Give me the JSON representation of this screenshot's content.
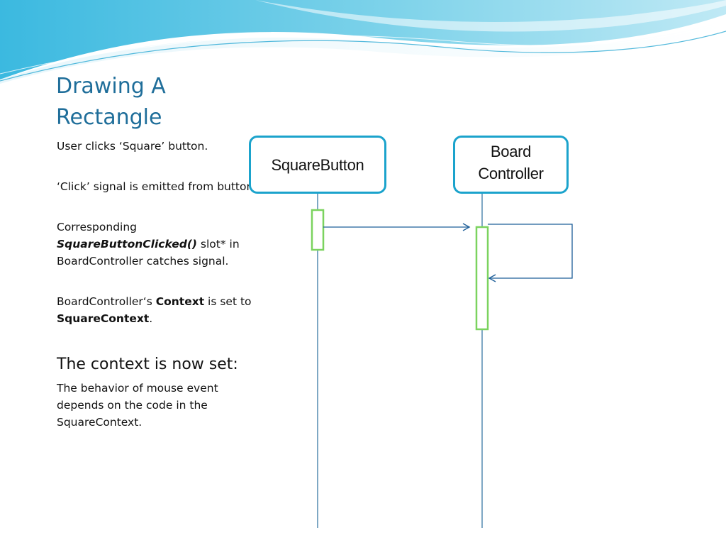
{
  "slide": {
    "title_lines": [
      "Drawing A",
      "Rectangle"
    ],
    "bullets": {
      "p1": "User clicks ‘Square’ button.",
      "p2": "‘Click’ signal is emitted from button.",
      "p3_line1": "Corresponding",
      "p3_line2_bold_italic": "SquareButtonClicked()",
      "p3_line2_rest": " slot* in",
      "p3_line3": "BoardController catches signal.",
      "p4_line1_pre": "BoardController‘s ",
      "p4_line1_bold": "Context",
      "p4_line1_post": " is set to",
      "p4_line2_bold": "SquareContext",
      "p4_line2_post": "."
    },
    "subheading": "The context is now set:",
    "sub_text_lines": [
      "The behavior of mouse event",
      "depends on the code in the",
      "SquareContext."
    ]
  },
  "diagram": {
    "participants": [
      {
        "id": "square-button",
        "label": "SquareButton"
      },
      {
        "id": "board-controller",
        "label_lines": [
          "Board",
          "Controller"
        ]
      }
    ],
    "colors": {
      "participant_border": "#1ba3cc",
      "activation_border": "#7bd35f",
      "lifeline": "#2a6f9e",
      "message_arrow": "#1f5f99",
      "title": "#1f6e9a"
    }
  }
}
